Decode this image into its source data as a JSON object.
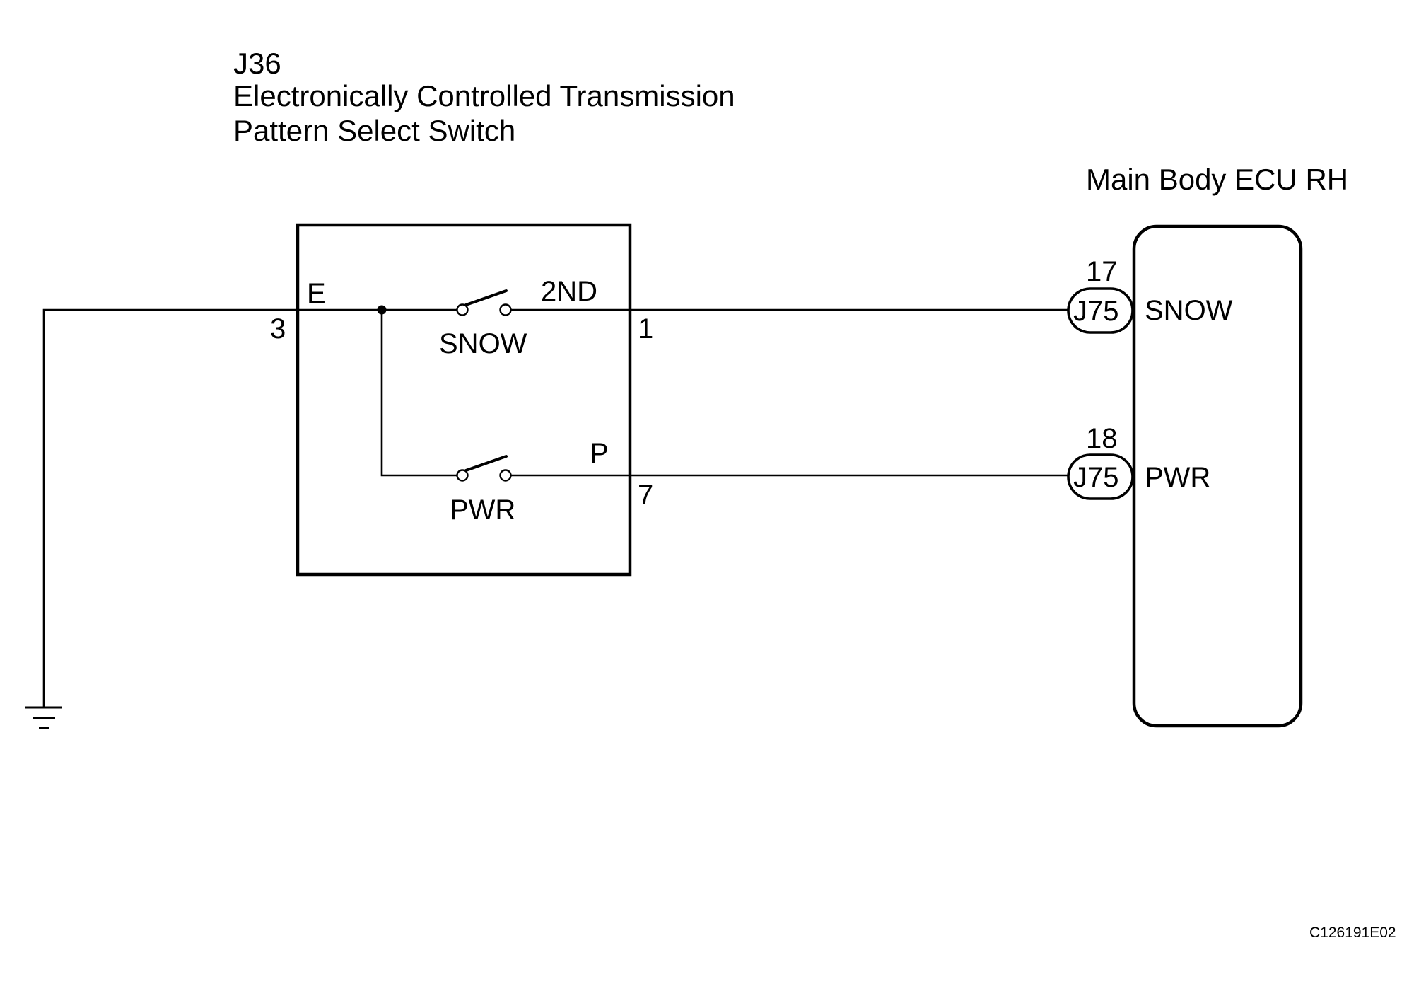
{
  "switch_component": {
    "code": "J36",
    "name_line1": "Electronically Controlled Transmission",
    "name_line2": "Pattern Select Switch",
    "terminals": {
      "e_label": "E",
      "e_pin": "3",
      "second_label": "2ND",
      "second_pin": "1",
      "p_label": "P",
      "p_pin": "7"
    },
    "switches": {
      "snow_label": "SNOW",
      "pwr_label": "PWR"
    }
  },
  "ecu_component": {
    "name": "Main Body ECU RH",
    "pins": [
      {
        "number": "17",
        "connector": "J75",
        "signal": "SNOW"
      },
      {
        "number": "18",
        "connector": "J75",
        "signal": "PWR"
      }
    ]
  },
  "figure_code": "C126191E02",
  "icons": {
    "ground": "ground-icon",
    "switch": "switch-icon",
    "junction": "junction-dot-icon"
  },
  "colors": {
    "line": "#000000",
    "background": "#ffffff"
  }
}
